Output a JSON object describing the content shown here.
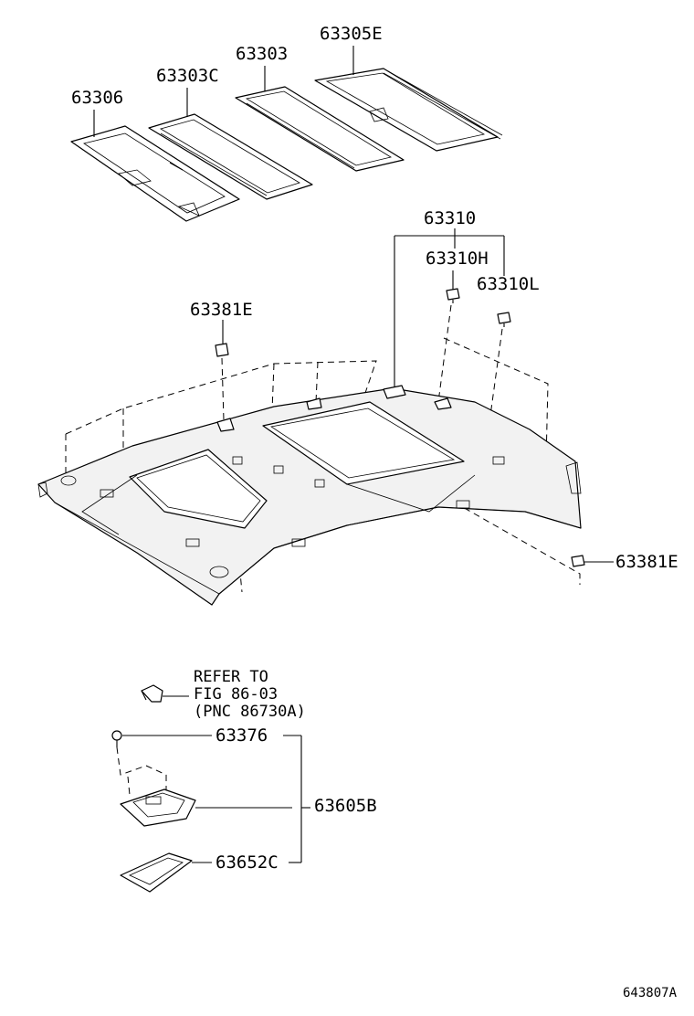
{
  "parts": {
    "sunshade_rear": "63306",
    "sunshade_panel_c": "63303C",
    "sunshade_panel": "63303",
    "sunshade_rear_e": "63305E",
    "headliner_assy": "63310",
    "headliner_rh": "63310H",
    "headliner_lh": "63310L",
    "clip_upper": "63381E",
    "clip_right": "63381E",
    "screw": "63376",
    "map_lamp_assy": "63605B",
    "lamp_lens": "63652C"
  },
  "reference_note": {
    "line1": "REFER TO",
    "line2": "FIG 86-03",
    "line3": "(PNC 86730A)"
  },
  "figure_id": "643807A"
}
